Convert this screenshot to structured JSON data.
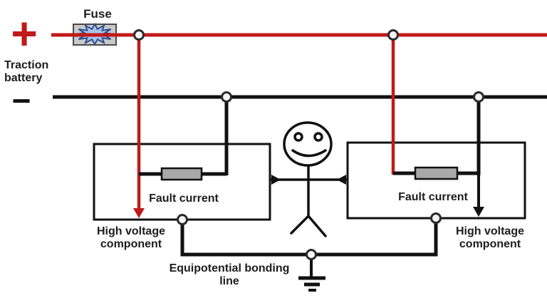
{
  "labels": {
    "fuse": "Fuse",
    "traction_battery": "Traction battery",
    "plus": "+",
    "minus": "−",
    "fault_current_left": "Fault current",
    "fault_current_right": "Fault current",
    "high_voltage_left": "High voltage component",
    "high_voltage_right": "High voltage component",
    "equipotential_bonding": "Equipotential bonding line"
  },
  "colors": {
    "background": "#ffffff",
    "text": "#1d1d1d",
    "wire_positive": "#c01a1a",
    "wire_negative": "#111111",
    "resistor_fill": "#a9a9a9",
    "fuse_box_fill": "#c9c9c9",
    "fuse_star_fill": "#a9c4e8",
    "fuse_star_stroke": "#2f4f8f"
  },
  "icons": {
    "fuse": "fuse-blown-star-icon",
    "ground": "earth-ground-icon",
    "person": "stick-person-icon",
    "junction": "junction-node-icon",
    "fault_arrow": "arrow-down-icon",
    "contact_arrow": "arrow-toward-person-icon"
  }
}
